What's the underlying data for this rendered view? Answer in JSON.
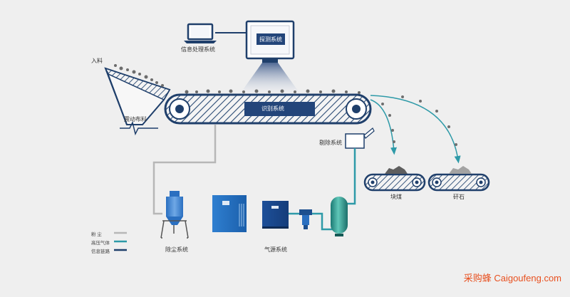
{
  "labels": {
    "info_processing": "信息处理系统",
    "detection": "探测系统",
    "feed_in": "入料",
    "vibrating_feed": "震动布料",
    "recognition": "识别系统",
    "rejection": "剔除系统",
    "lump_coal": "块煤",
    "gangue": "矸石",
    "dust_removal": "除尘系统",
    "gas_source": "气源系统"
  },
  "legend": [
    {
      "label": "粉    尘",
      "color": "#b7b7b7"
    },
    {
      "label": "高压气体",
      "color": "#2e9aa8"
    },
    {
      "label": "信息链路",
      "color": "#1f3f6b"
    }
  ],
  "watermark": {
    "prefix": "采购蜂",
    "suffix": " Caigoufeng.com"
  },
  "colors": {
    "navy": "#1f3f6b",
    "teal": "#2e9aa8",
    "dust": "#b7b7b7",
    "watermark": "#e8501f"
  }
}
